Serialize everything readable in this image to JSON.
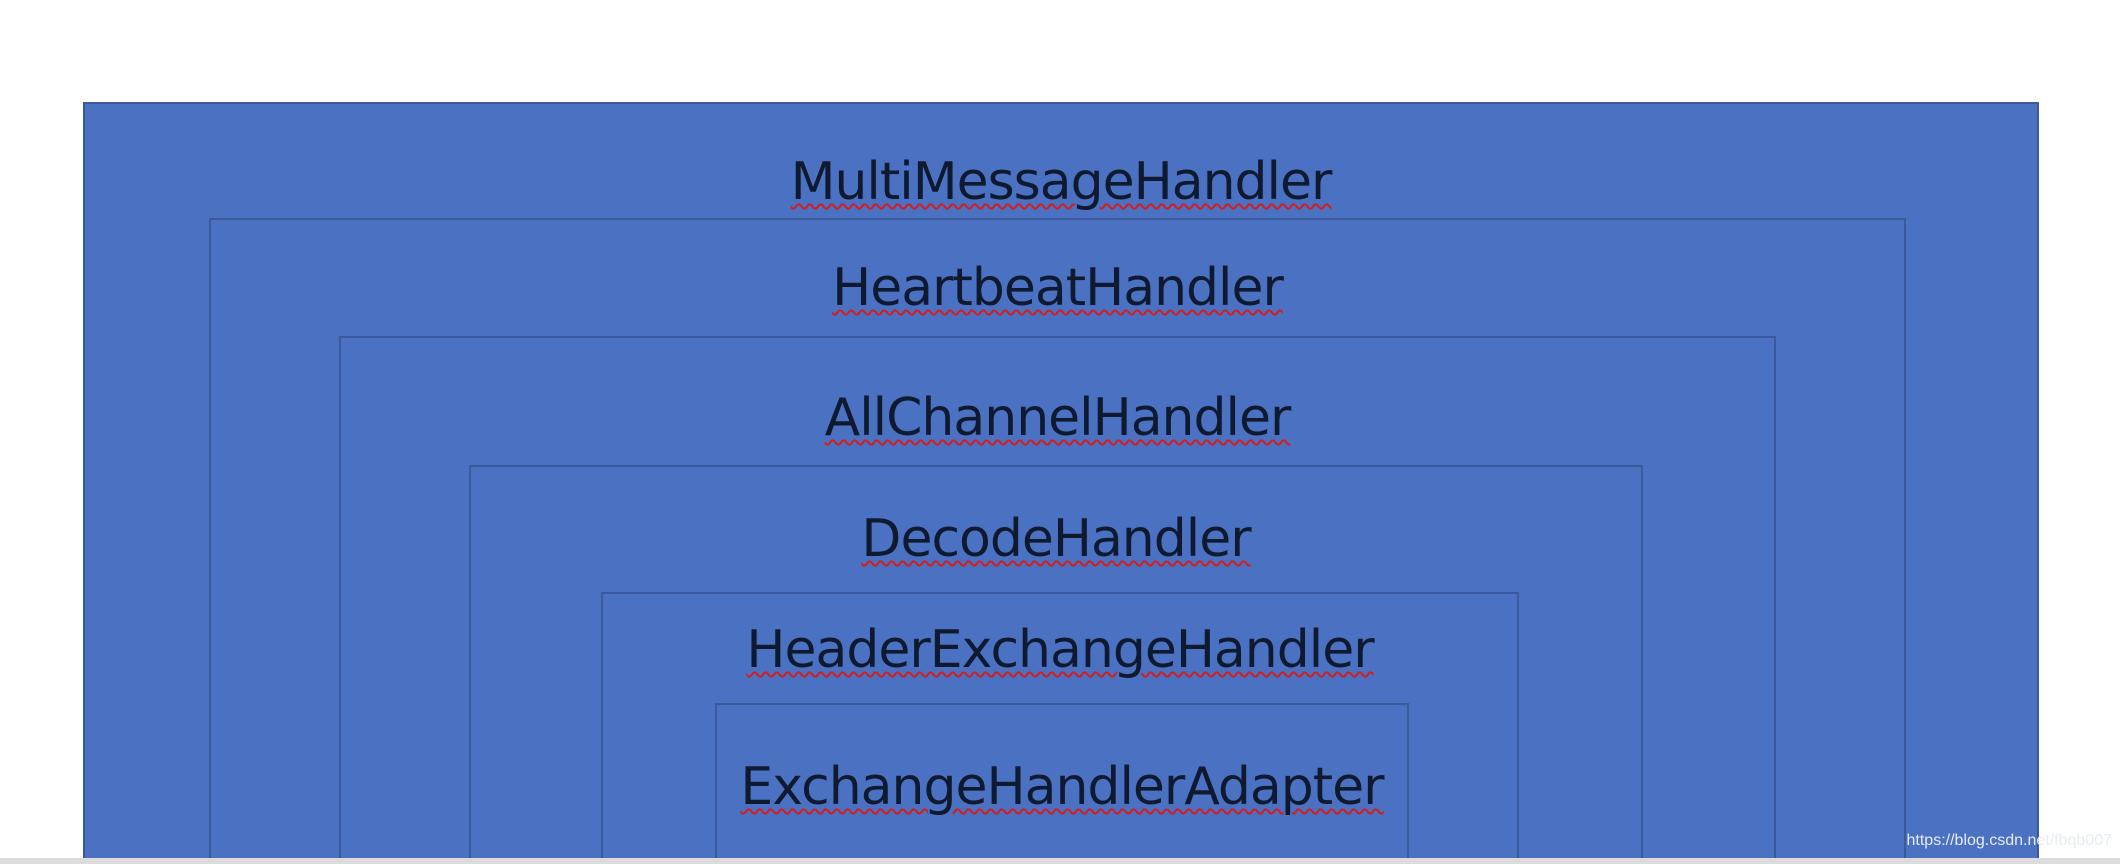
{
  "diagram": {
    "layers": [
      {
        "label": "MultiMessageHandler"
      },
      {
        "label": "HeartbeatHandler"
      },
      {
        "label": "AllChannelHandler"
      },
      {
        "label": "DecodeHandler"
      },
      {
        "label": "HeaderExchangeHandler"
      },
      {
        "label": "ExchangeHandlerAdapter"
      }
    ],
    "colors": {
      "box_fill": "#4a71c2",
      "box_border": "#3b5a9a",
      "text": "#0f1a30",
      "spellcheck_underline": "#d21e1e"
    }
  },
  "watermark": "https://blog.csdn.net/fbqb007"
}
